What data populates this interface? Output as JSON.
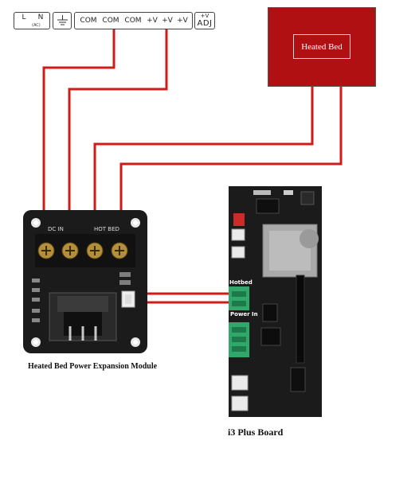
{
  "psu_terminals": {
    "l_label": "L",
    "n_label": "N",
    "ac_label": "(AC)",
    "ground_icon": "ground-icon",
    "com_labels": [
      "COM",
      "COM",
      "COM"
    ],
    "v_labels": [
      "+V",
      "+V",
      "+V"
    ],
    "adj_top": "+V",
    "adj_bottom": "ADJ"
  },
  "heated_bed": {
    "label": "Heated Bed"
  },
  "module": {
    "caption": "Heated Bed Power Expansion Module",
    "terminal_labels": [
      "DC IN",
      "HOT BED"
    ]
  },
  "board": {
    "caption": "i3 Plus Board",
    "hotbed_label": "Hotbed",
    "power_in_label": "Power In"
  },
  "colors": {
    "wire": "#d11a1a",
    "heated_bed": "#b01012",
    "pcb": "#1b1b1b",
    "terminal_green": "#2fa86a"
  }
}
